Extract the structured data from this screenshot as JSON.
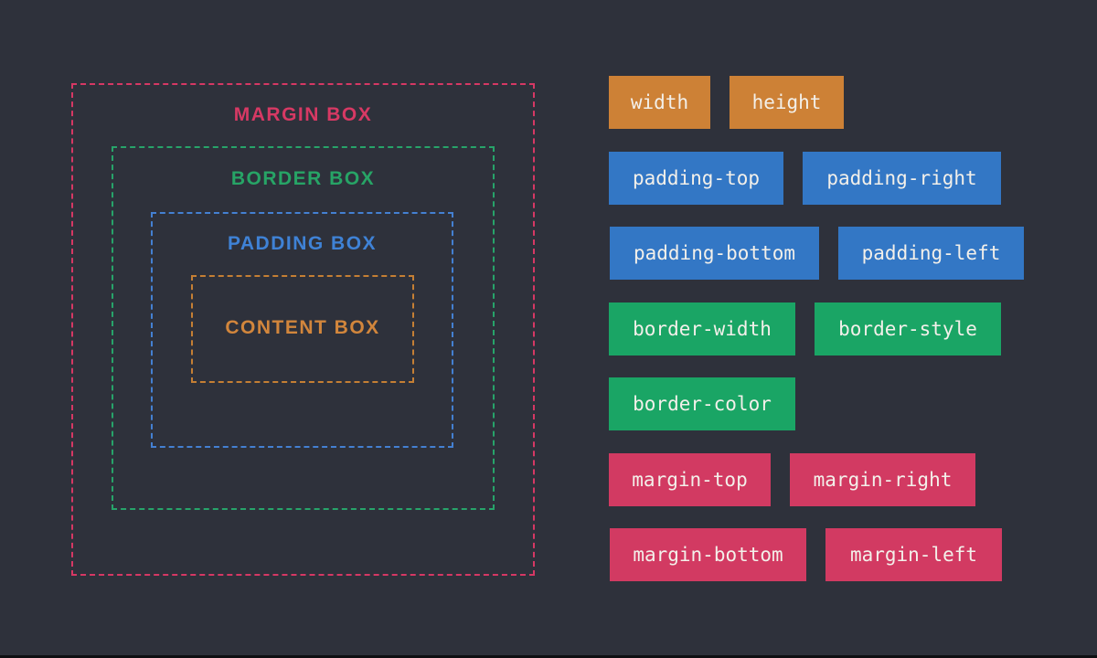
{
  "colors": {
    "background": "#2e313b",
    "margin_accent": "#d63864",
    "border_accent": "#27a466",
    "padding_accent": "#3f82d6",
    "content_accent": "#d2863c",
    "chip_size_bg": "#cd8136",
    "chip_padding_bg": "#3377c5",
    "chip_border_bg": "#1aa565",
    "chip_margin_bg": "#d23a62",
    "chip_text": "#f3f0ea"
  },
  "diagram": {
    "boxes": [
      {
        "label": "MARGIN BOX"
      },
      {
        "label": "BORDER BOX"
      },
      {
        "label": "PADDING BOX"
      },
      {
        "label": "CONTENT BOX"
      }
    ]
  },
  "chips": [
    {
      "label": "width",
      "group": "size"
    },
    {
      "label": "height",
      "group": "size"
    },
    {
      "label": "padding-top",
      "group": "padding"
    },
    {
      "label": "padding-right",
      "group": "padding"
    },
    {
      "label": "padding-bottom",
      "group": "padding"
    },
    {
      "label": "padding-left",
      "group": "padding"
    },
    {
      "label": "border-width",
      "group": "border"
    },
    {
      "label": "border-style",
      "group": "border"
    },
    {
      "label": "border-color",
      "group": "border"
    },
    {
      "label": "margin-top",
      "group": "margin"
    },
    {
      "label": "margin-right",
      "group": "margin"
    },
    {
      "label": "margin-bottom",
      "group": "margin"
    },
    {
      "label": "margin-left",
      "group": "margin"
    }
  ]
}
